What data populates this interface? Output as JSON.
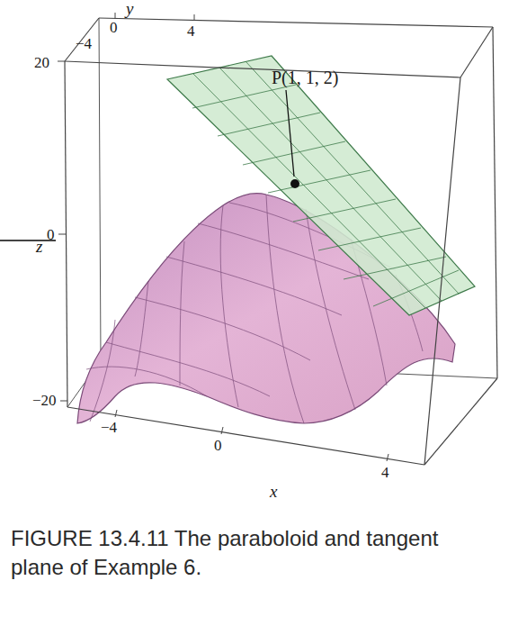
{
  "diagram": {
    "caption": "FIGURE 13.4.11 The paraboloid and tangent plane of Example 6.",
    "labels": [
      "y",
      "0",
      "4",
      "−4",
      "20",
      "z",
      "0",
      "−20",
      "−4",
      "0",
      "4",
      "x",
      "P(1, 1, 2)"
    ]
  }
}
